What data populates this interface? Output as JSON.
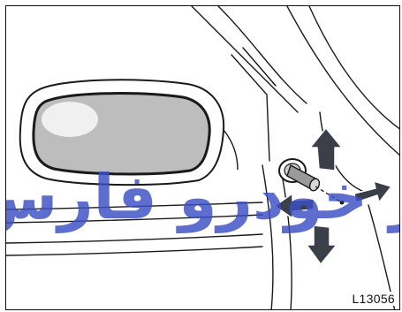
{
  "figure": {
    "code": "L13056",
    "watermark_text": "راز خودرو فارس",
    "colors": {
      "line": "#1a1a1a",
      "mirror_glass": "#bdbdbd",
      "mirror_highlight": "#f5f5f5",
      "arrow": "#3a3f4a",
      "arrow_edge": "#ffffff",
      "watermark": "#3b4fc4"
    },
    "arrows": [
      "up",
      "down",
      "left",
      "right"
    ]
  }
}
